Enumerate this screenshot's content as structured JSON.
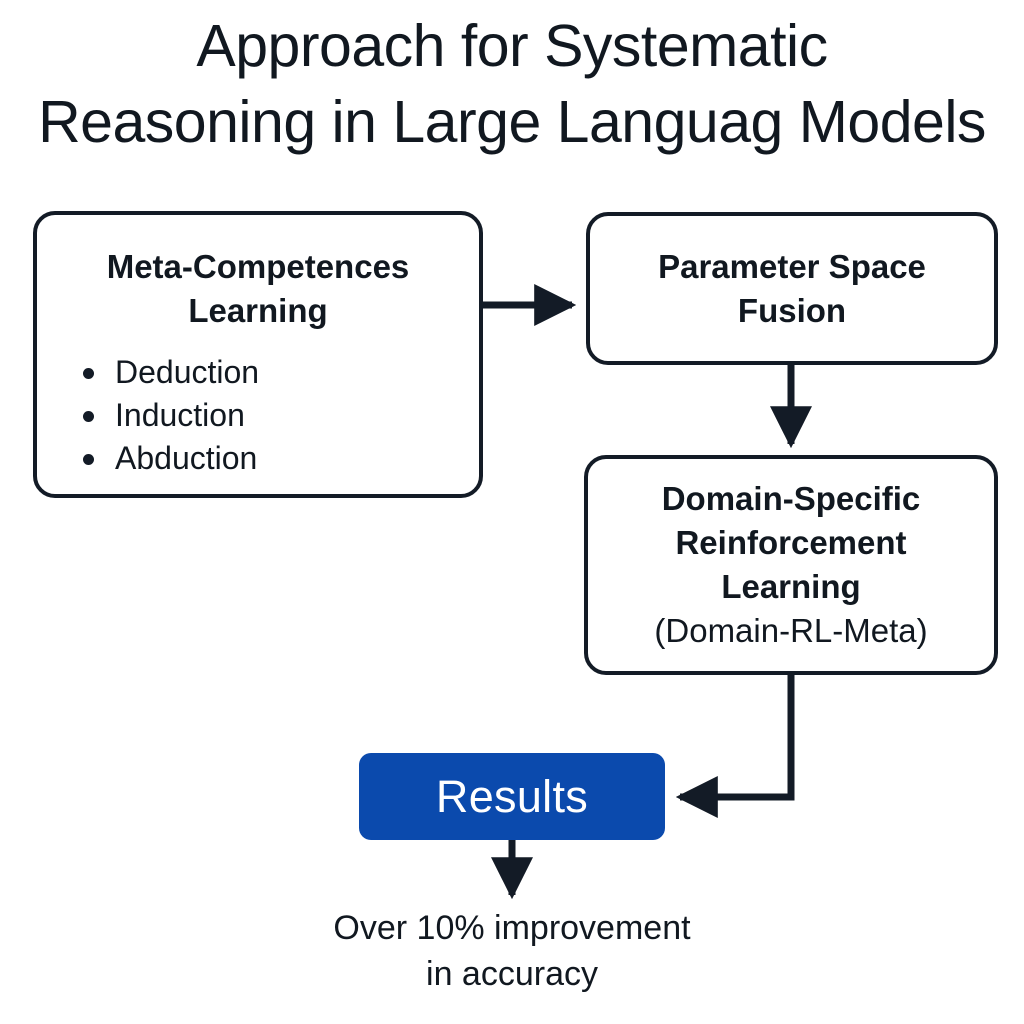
{
  "title": "Approach for Systematic\nReasoning in Large Languag Models",
  "colors": {
    "ink": "#111820",
    "stroke": "#131b26",
    "results_fill": "#0b4aad",
    "results_text": "#ffffff",
    "background": "#ffffff"
  },
  "nodes": {
    "meta_competences": {
      "heading": "Meta-Competences\nLearning",
      "bullets": [
        "Deduction",
        "Induction",
        "Abduction"
      ]
    },
    "parameter_space_fusion": {
      "heading": "Parameter Space\nFusion"
    },
    "domain_rl": {
      "heading": "Domain-Specific\nReinforcement\nLearning",
      "subtitle": "(Domain-RL-Meta)"
    },
    "results": {
      "label": "Results"
    }
  },
  "caption": "Over 10% improvement\nin accuracy",
  "edges": [
    {
      "name": "meta-to-fusion",
      "from": "meta_competences",
      "to": "parameter_space_fusion",
      "style": "straight-right"
    },
    {
      "name": "fusion-to-domain-rl",
      "from": "parameter_space_fusion",
      "to": "domain_rl",
      "style": "straight-down"
    },
    {
      "name": "domain-rl-to-results",
      "from": "domain_rl",
      "to": "results",
      "style": "elbow-down-left"
    },
    {
      "name": "results-to-caption",
      "from": "results",
      "to": "caption",
      "style": "straight-down"
    }
  ]
}
